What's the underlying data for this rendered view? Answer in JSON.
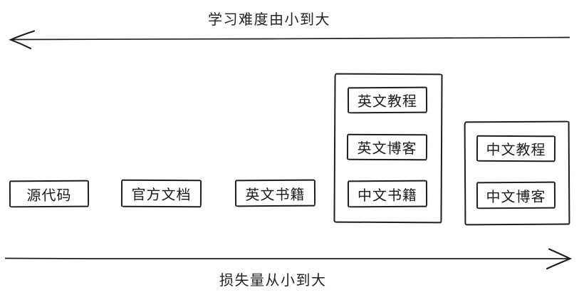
{
  "diagram": {
    "top_axis": {
      "label": "学习难度由小到大",
      "direction": "left"
    },
    "bottom_axis": {
      "label": "损失量从小到大",
      "direction": "right"
    },
    "standalone_nodes": [
      {
        "label": "源代码"
      },
      {
        "label": "官方文档"
      },
      {
        "label": "英文书籍"
      }
    ],
    "groups": [
      {
        "name": "english-and-chinese-books-group",
        "nodes": [
          {
            "label": "英文教程"
          },
          {
            "label": "英文博客"
          },
          {
            "label": "中文书籍"
          }
        ]
      },
      {
        "name": "chinese-resources-group",
        "nodes": [
          {
            "label": "中文教程"
          },
          {
            "label": "中文博客"
          }
        ]
      }
    ],
    "colors": {
      "stroke": "#1e1e1e",
      "background": "#ffffff",
      "text": "#1c1c1c"
    }
  }
}
